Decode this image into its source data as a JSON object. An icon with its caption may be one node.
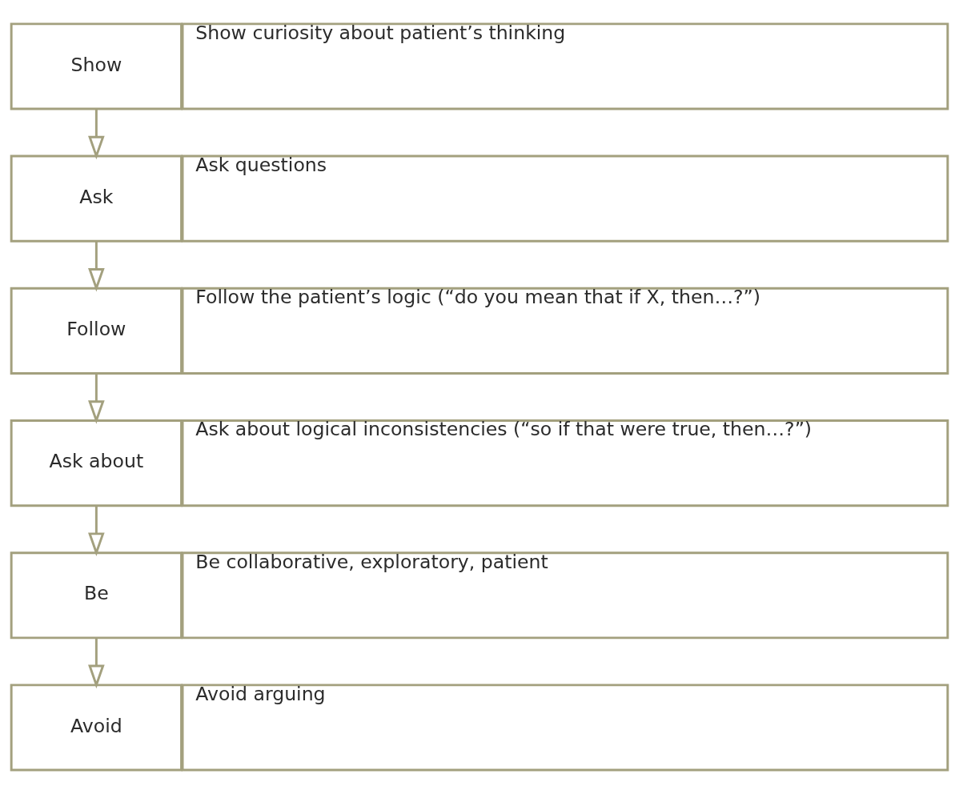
{
  "diagram": {
    "nodes": [
      {
        "text": [
          "Show"
        ]
      },
      {
        "text": [
          "Show curiosity about patient’s thinking"
        ]
      },
      {
        "text": [
          "Ask"
        ]
      },
      {
        "text": [
          "Ask questions"
        ]
      },
      {
        "text": [
          "Follow"
        ]
      },
      {
        "text": [
          "Follow the patient’s logic (“do you mean that if X, then…?”)"
        ]
      },
      {
        "text": [
          "Ask about"
        ]
      },
      {
        "text": [
          "Ask about logical inconsistencies (“so if that were true, then…?”)"
        ]
      },
      {
        "text": [
          "Be"
        ]
      },
      {
        "text": [
          "Be collaborative, exploratory, patient"
        ]
      },
      {
        "text": [
          "Avoid"
        ]
      },
      {
        "text": [
          "Avoid arguing"
        ]
      }
    ],
    "edges": [
      {
        "from": 0,
        "to": 2,
        "arrow": "to"
      },
      {
        "from": 2,
        "to": 4,
        "arrow": "to"
      },
      {
        "from": 4,
        "to": 6,
        "arrow": "to"
      },
      {
        "from": 6,
        "to": 8,
        "arrow": "to"
      },
      {
        "from": 8,
        "to": 10,
        "arrow": "to"
      }
    ]
  }
}
